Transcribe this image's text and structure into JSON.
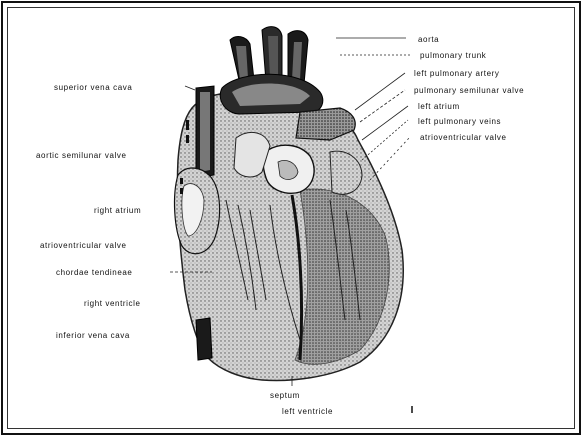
{
  "labels": {
    "aorta": "aorta",
    "pulmonary_trunk": "pulmonary trunk",
    "left_pulmonary_artery": "left pulmonary artery",
    "pulmonary_semilunar_valve": "pulmonary semilunar valve",
    "left_atrium": "left atrium",
    "left_pulmonary_veins": "left pulmonary veins",
    "atrioventricular_valve_right": "atrioventricular valve",
    "superior_vena_cava": "superior vena cava",
    "aortic_semilunar_valve": "aortic semilunar valve",
    "right_atrium": "right atrium",
    "atrioventricular_valve_left": "atrioventricular valve",
    "chordae_tendineae": "chordae tendineae",
    "right_ventricle": "right ventricle",
    "inferior_vena_cava": "inferior vena cava",
    "septum": "septum",
    "left_ventricle": "left ventricle"
  }
}
